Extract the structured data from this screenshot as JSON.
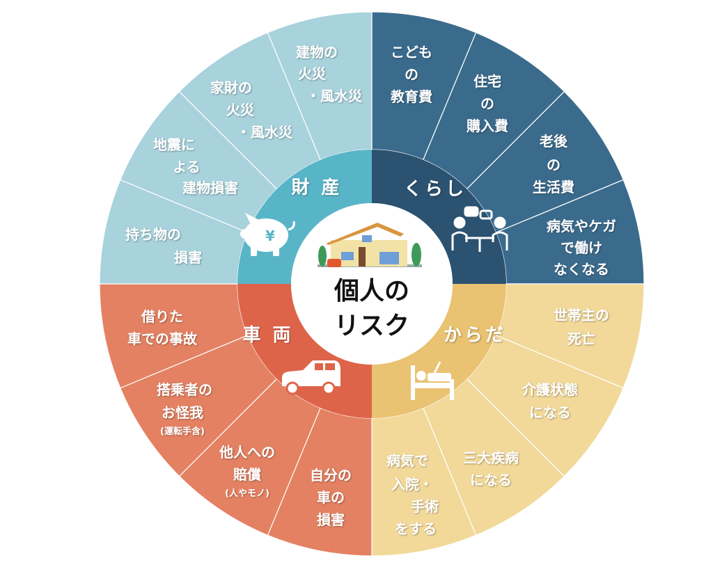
{
  "center": {
    "line1": "個人の",
    "line2": "リスク"
  },
  "categories": {
    "property": {
      "label": "財 産",
      "outer_color": "#a8d2dc",
      "inner_color": "#58b5c7",
      "items": [
        {
          "lines": [
            "建物の",
            "火災",
            "・風水災"
          ]
        },
        {
          "lines": [
            "家財の",
            "火災",
            "・風水災"
          ]
        },
        {
          "lines": [
            "地震に",
            "よる",
            "建物損害"
          ]
        },
        {
          "lines": [
            "持ち物の",
            "損害"
          ]
        }
      ]
    },
    "living": {
      "label": "くらし",
      "outer_color": "#3b6b8c",
      "inner_color": "#2b5270",
      "items": [
        {
          "lines": [
            "こども",
            "の",
            "教育費"
          ]
        },
        {
          "lines": [
            "住宅",
            "の",
            "購入費"
          ]
        },
        {
          "lines": [
            "老後",
            "の",
            "生活費"
          ]
        },
        {
          "lines": [
            "病気やケガ",
            "で働け",
            "なくなる"
          ]
        }
      ]
    },
    "body": {
      "label": "からだ",
      "outer_color": "#f2d99a",
      "inner_color": "#e9c272",
      "items": [
        {
          "lines": [
            "世帯主の",
            "死亡"
          ]
        },
        {
          "lines": [
            "介護状態",
            "になる"
          ]
        },
        {
          "lines": [
            "三大疾病",
            "になる"
          ]
        },
        {
          "lines": [
            "病気で",
            "入院・",
            "手術",
            "をする"
          ]
        }
      ]
    },
    "vehicle": {
      "label": "車 両",
      "outer_color": "#e48162",
      "inner_color": "#de6449",
      "items": [
        {
          "lines": [
            "借りた",
            "車での事故"
          ]
        },
        {
          "lines": [
            "搭乗者の",
            "お怪我",
            "(運転手含)"
          ]
        },
        {
          "lines": [
            "他人への",
            "賠償",
            "(人やモノ)"
          ]
        },
        {
          "lines": [
            "自分の",
            "車の",
            "損害"
          ]
        }
      ]
    }
  }
}
